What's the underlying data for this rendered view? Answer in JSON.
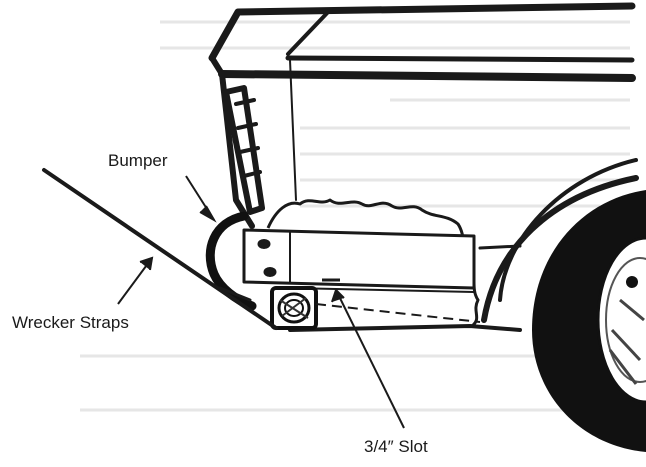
{
  "labels": {
    "bumper": "Bumper",
    "wrecker_straps": "Wrecker Straps",
    "slot": "3/4″ Slot"
  },
  "colors": {
    "ink": "#1a1a1a",
    "paper": "#ffffff"
  }
}
